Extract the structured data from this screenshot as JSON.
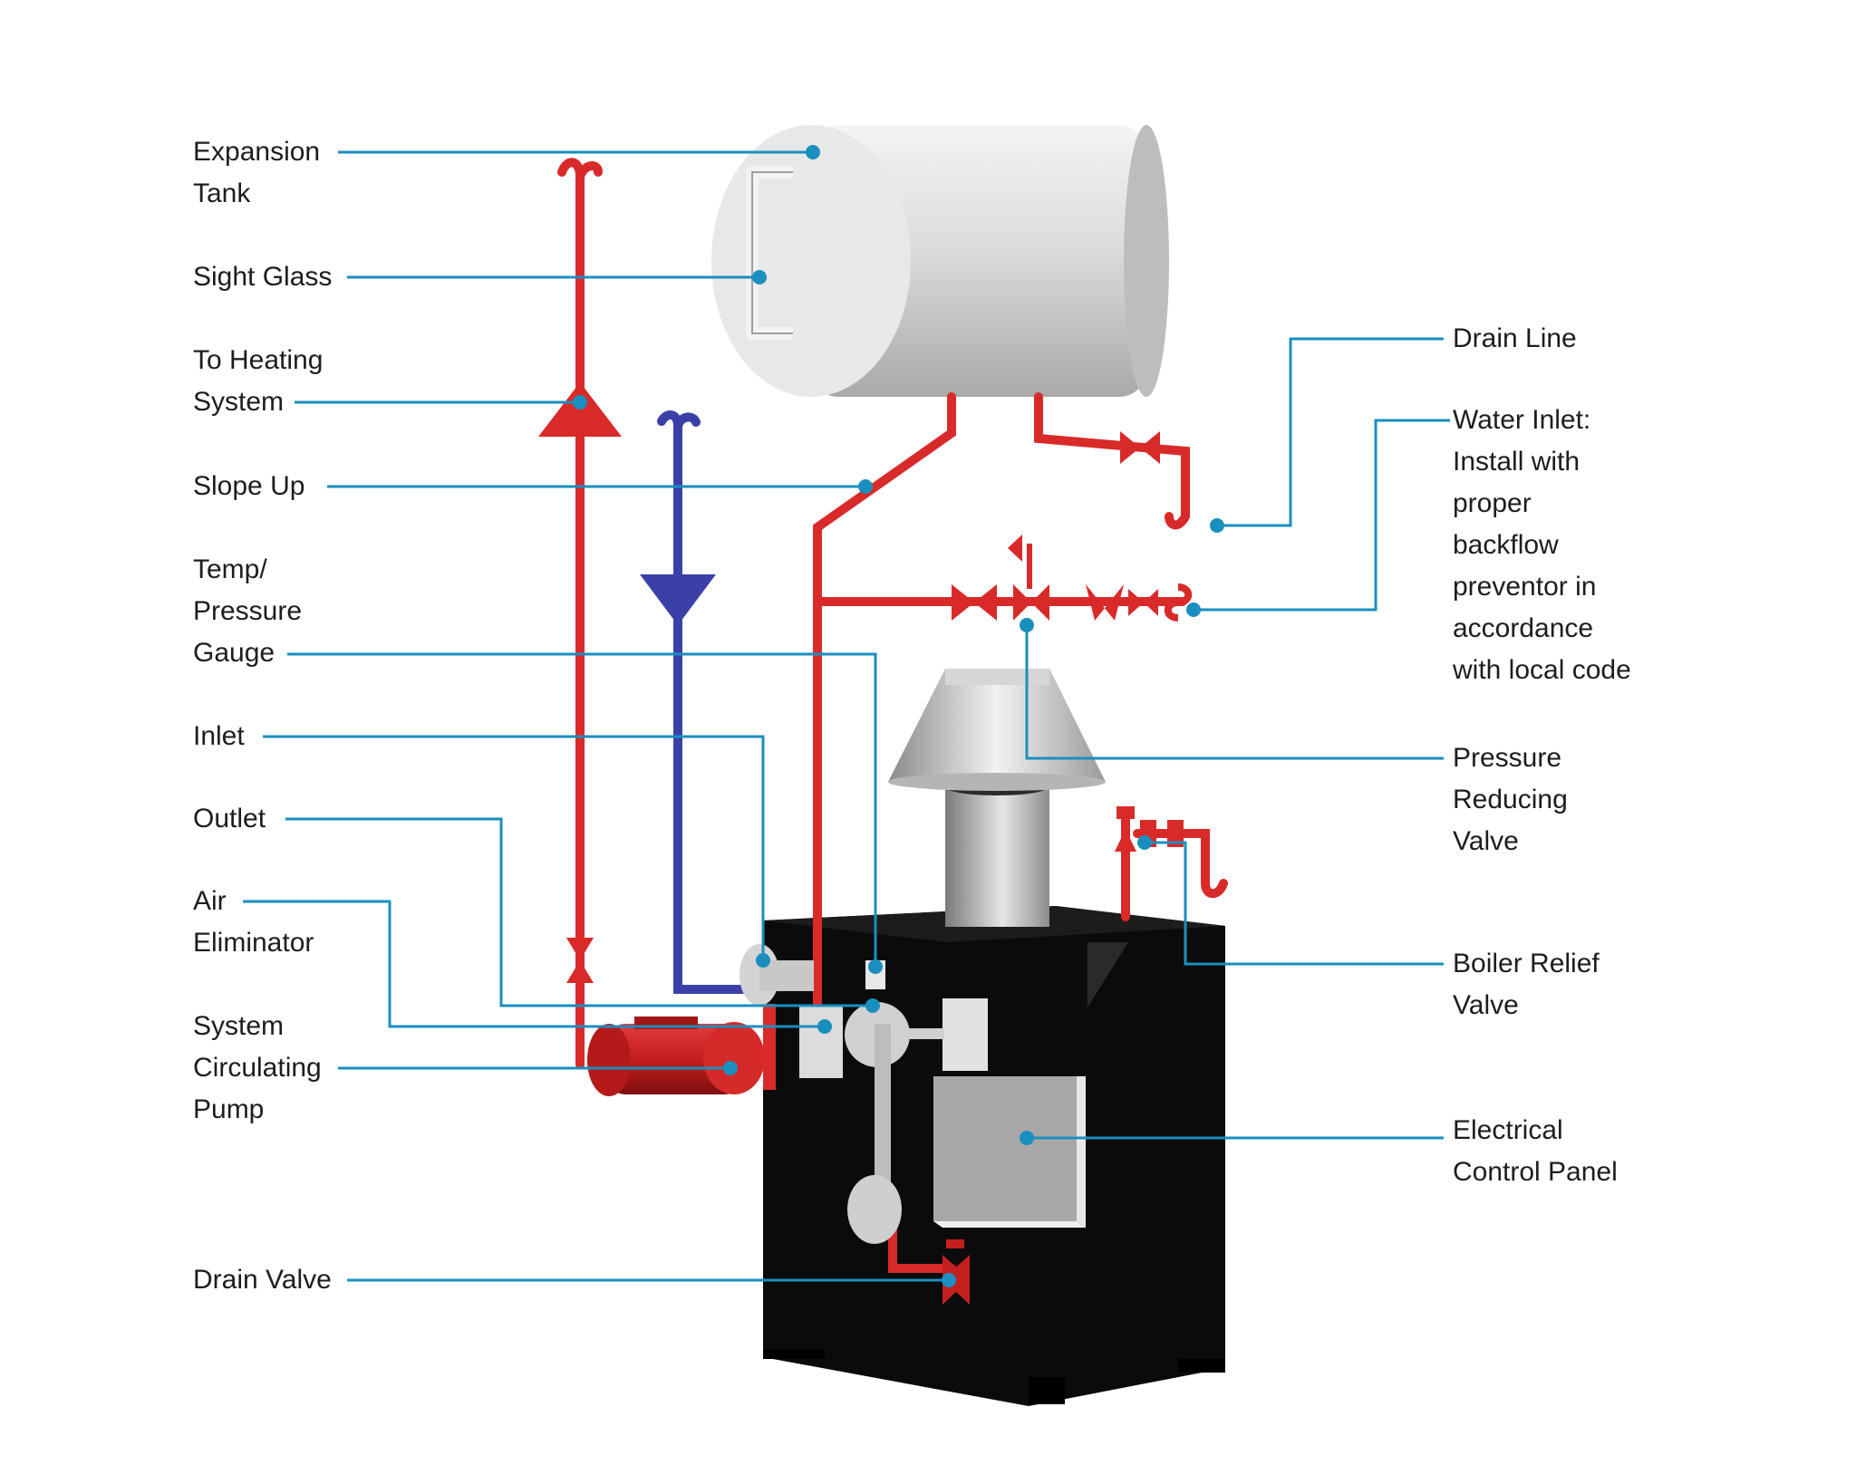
{
  "colors": {
    "leader": "#1a8fbf",
    "hot_pipe": "#d92a2a",
    "cold_pipe": "#3b40a8",
    "cabinet": "#0a0a0a",
    "tank": "#d9d9d9",
    "text": "#1d1d1b"
  },
  "labels": {
    "expansion_tank": [
      "Expansion",
      "Tank"
    ],
    "sight_glass": [
      "Sight Glass"
    ],
    "to_heating_system": [
      "To Heating",
      "System"
    ],
    "slope_up": [
      "Slope Up"
    ],
    "temp_pressure_gauge": [
      "Temp/",
      "Pressure",
      "Gauge"
    ],
    "inlet": [
      "Inlet"
    ],
    "outlet": [
      "Outlet"
    ],
    "air_eliminator": [
      "Air",
      "Eliminator"
    ],
    "system_circulating_pump": [
      "System",
      "Circulating",
      "Pump"
    ],
    "drain_valve": [
      "Drain Valve"
    ],
    "drain_line": [
      "Drain Line"
    ],
    "water_inlet": [
      "Water Inlet:",
      "Install with",
      "proper",
      "backflow",
      "preventor in",
      "accordance",
      "with local code"
    ],
    "pressure_reducing_valve": [
      "Pressure",
      "Reducing",
      "Valve"
    ],
    "boiler_relief_valve": [
      "Boiler Relief",
      "Valve"
    ],
    "electrical_control_panel": [
      "Electrical",
      "Control Panel"
    ]
  }
}
